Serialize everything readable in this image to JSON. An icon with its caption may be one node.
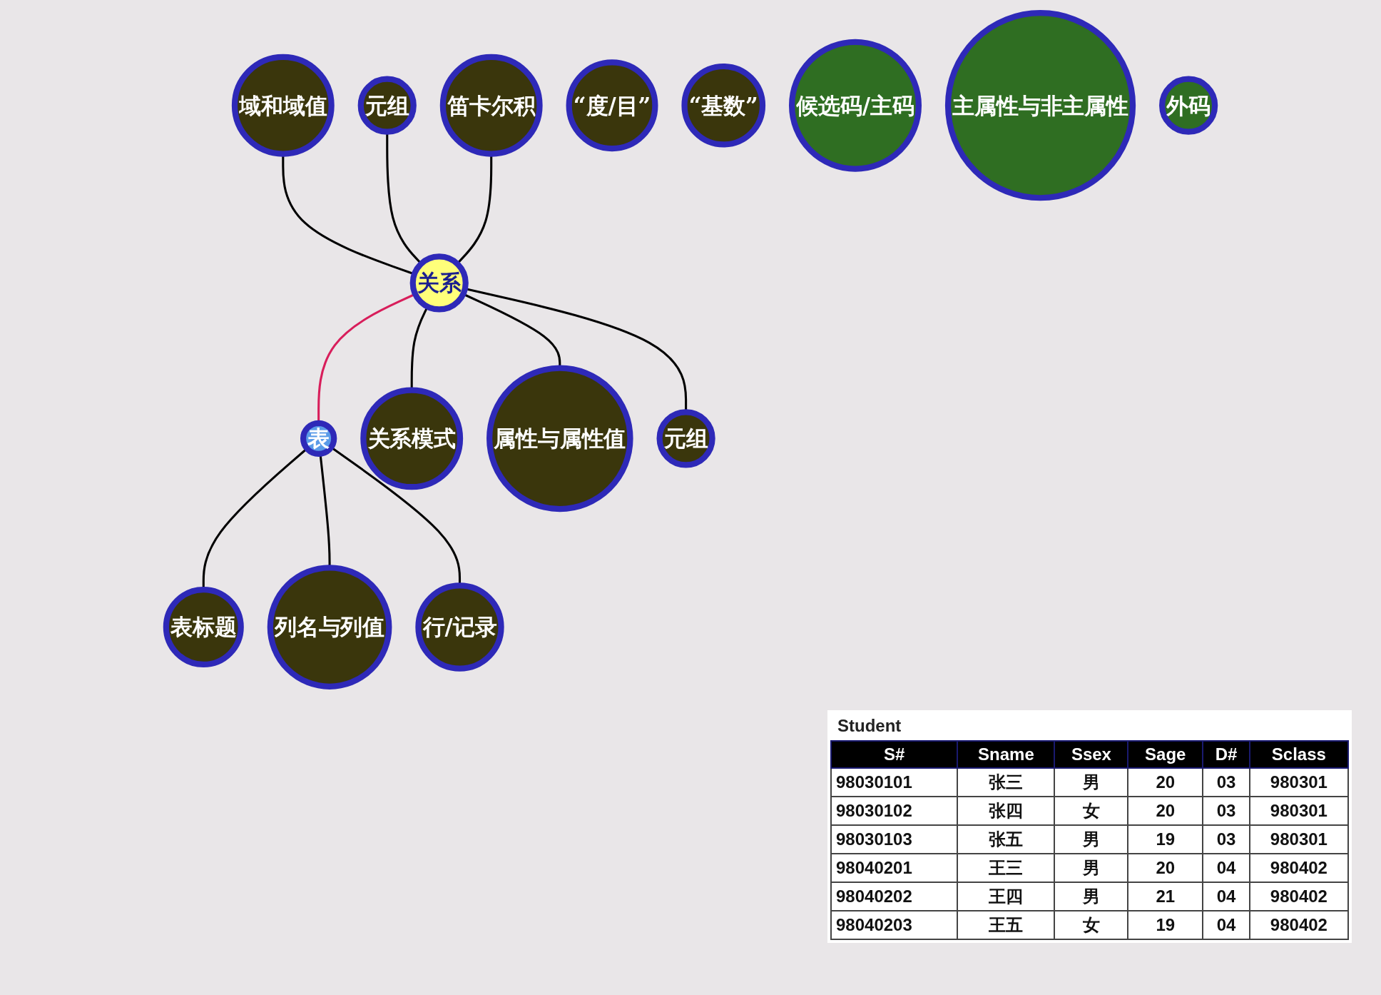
{
  "diagram": {
    "nodes": [
      {
        "text": [
          "域和域值"
        ]
      },
      {
        "text": [
          "元组"
        ]
      },
      {
        "text": [
          "笛卡尔积"
        ]
      },
      {
        "text": [
          "关系"
        ]
      },
      {
        "text": [
          "表"
        ]
      },
      {
        "text": [
          "关系模式"
        ]
      },
      {
        "text": [
          "属性与属性值"
        ]
      },
      {
        "text": [
          "元组"
        ]
      },
      {
        "text": [
          "表标题"
        ]
      },
      {
        "text": [
          "列名与列值"
        ]
      },
      {
        "text": [
          "行/记录"
        ]
      },
      {
        "text": [
          "“度/目”"
        ]
      },
      {
        "text": [
          "“基数”"
        ]
      },
      {
        "text": [
          "候选码/主码"
        ]
      },
      {
        "text": [
          "主属性与非主属性"
        ]
      },
      {
        "text": [
          "外码"
        ]
      }
    ],
    "edges": [
      {
        "from": 0,
        "to": 3,
        "arrow": "none"
      },
      {
        "from": 1,
        "to": 3,
        "arrow": "none"
      },
      {
        "from": 2,
        "to": 3,
        "arrow": "none"
      },
      {
        "from": 3,
        "to": 4,
        "arrow": "none",
        "color": "#d81e5b"
      },
      {
        "from": 3,
        "to": 5,
        "arrow": "none"
      },
      {
        "from": 3,
        "to": 6,
        "arrow": "none"
      },
      {
        "from": 3,
        "to": 7,
        "arrow": "none"
      },
      {
        "from": 4,
        "to": 8,
        "arrow": "none"
      },
      {
        "from": 4,
        "to": 9,
        "arrow": "none"
      },
      {
        "from": 4,
        "to": 10,
        "arrow": "none"
      }
    ],
    "labels": [
      "Student",
      "S#",
      "Sname",
      "Ssex",
      "Sage",
      "D#",
      "Sclass",
      "98030101",
      "张三",
      "男",
      "20",
      "03",
      "980301",
      "98030102",
      "张四",
      "女",
      "20",
      "03",
      "980301",
      "98030103",
      "张五",
      "男",
      "19",
      "03",
      "980301",
      "98040201",
      "王三",
      "男",
      "20",
      "04",
      "980402",
      "98040202",
      "王四",
      "男",
      "21",
      "04",
      "980402",
      "98040203",
      "王五",
      "女",
      "19",
      "04",
      "980402"
    ]
  }
}
